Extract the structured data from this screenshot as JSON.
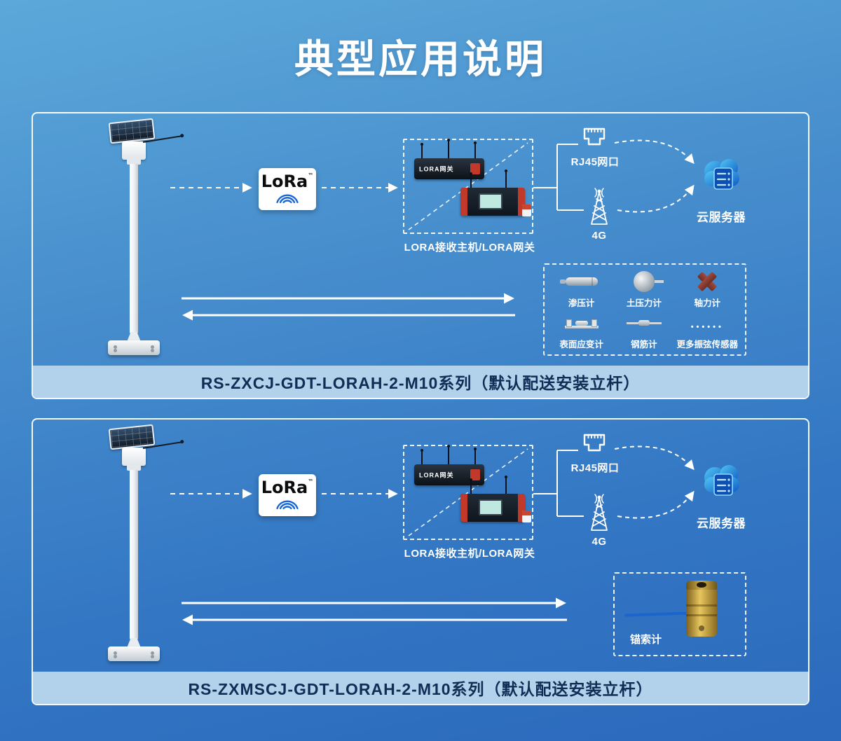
{
  "page": {
    "title": "典型应用说明"
  },
  "colors": {
    "background_blue": "#3377c4",
    "caption_bar": "#b2d1eb",
    "caption_text": "#0e2e55",
    "lora_wave_blue": "#1464d8",
    "cloud_blue": "#1e9de0"
  },
  "panels": [
    {
      "lora": {
        "label": "LoRa",
        "tm": "™"
      },
      "gateway": {
        "caption": "LORA接收主机/LORA网关",
        "device_badge": "LORA网关"
      },
      "uplinks": {
        "rj45": "RJ45网口",
        "g4": "4G"
      },
      "cloud": {
        "label": "云服务器"
      },
      "sensors": {
        "items": [
          {
            "name": "渗压计"
          },
          {
            "name": "土压力计"
          },
          {
            "name": "轴力计"
          },
          {
            "name": "表面应变计"
          },
          {
            "name": "钢筋计"
          },
          {
            "name": "更多振弦传感器",
            "dots": "••••••"
          }
        ]
      },
      "caption": "RS-ZXCJ-GDT-LORAH-2-M10系列（默认配送安装立杆）"
    },
    {
      "lora": {
        "label": "LoRa",
        "tm": "™"
      },
      "gateway": {
        "caption": "LORA接收主机/LORA网关",
        "device_badge": "LORA网关"
      },
      "uplinks": {
        "rj45": "RJ45网口",
        "g4": "4G"
      },
      "cloud": {
        "label": "云服务器"
      },
      "sensors": {
        "items": [
          {
            "name": "锚索计"
          }
        ]
      },
      "caption": "RS-ZXMSCJ-GDT-LORAH-2-M10系列（默认配送安装立杆）"
    }
  ]
}
